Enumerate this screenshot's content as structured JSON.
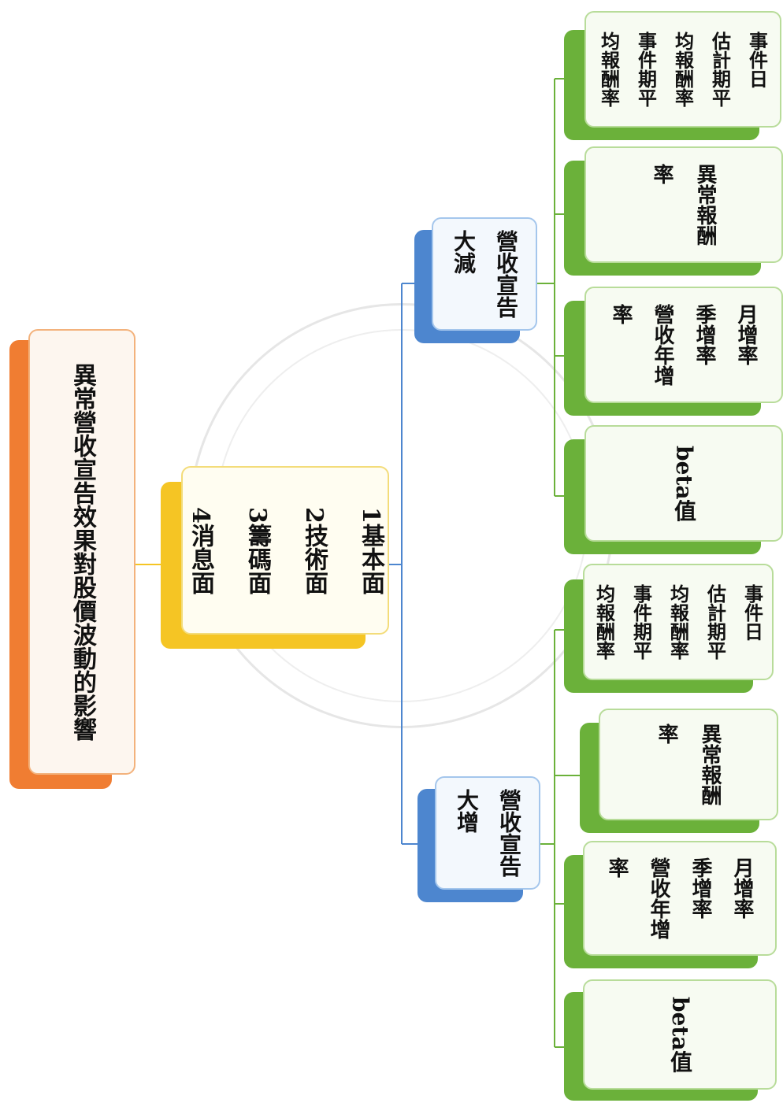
{
  "diagram": {
    "root": {
      "lines": [
        "異常營收宣告效果對股價波動的影響"
      ]
    },
    "factors": {
      "lines": [
        "1基本面",
        "2技術面",
        "3籌碼面",
        "4消息面"
      ]
    },
    "branch_decrease": {
      "lines": [
        "營收宣告",
        "大減"
      ]
    },
    "branch_increase": {
      "lines": [
        "營收宣告",
        "大增"
      ]
    },
    "leaves_decrease": [
      {
        "lines": [
          "事件日",
          "估計期平",
          "均報酬率",
          "事件期平",
          "均報酬率"
        ]
      },
      {
        "lines": [
          "異常報酬",
          "率"
        ]
      },
      {
        "lines": [
          "月增率",
          "季增率",
          "營收年增",
          "率"
        ]
      },
      {
        "lines": [
          "beta值"
        ]
      }
    ],
    "leaves_increase": [
      {
        "lines": [
          "事件日",
          "估計期平",
          "均報酬率",
          "事件期平",
          "均報酬率"
        ]
      },
      {
        "lines": [
          "異常報酬",
          "率"
        ]
      },
      {
        "lines": [
          "月增率",
          "季增率",
          "營收年增",
          "率"
        ]
      },
      {
        "lines": [
          "beta值"
        ]
      }
    ],
    "colors": {
      "root": "#f07d32",
      "factors": "#f5c524",
      "branch": "#4d86cf",
      "leaf": "#6bb13a",
      "connector_root": "#f5c524",
      "connector_branch": "#4d86cf",
      "connector_leaf": "#6bb13a"
    }
  }
}
